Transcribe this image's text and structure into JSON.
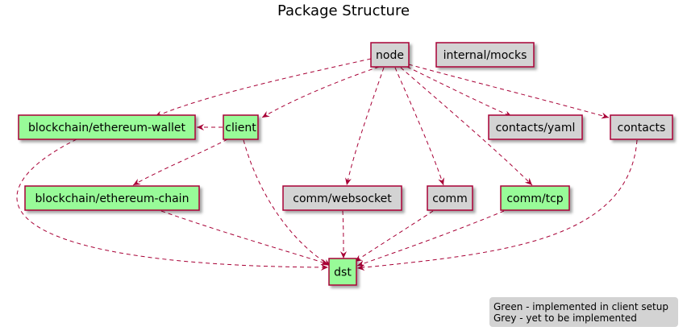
{
  "title": "Package Structure",
  "colors": {
    "implemented": "#98FB98",
    "not_implemented": "#D3D3D3",
    "border": "#A80036",
    "edge": "#A80036",
    "legend_bg": "#D3D3D3"
  },
  "nodes": {
    "node": {
      "label": "node",
      "status": "not_implemented"
    },
    "internal_mocks": {
      "label": "internal/mocks",
      "status": "not_implemented"
    },
    "ethereum_wallet": {
      "label": "blockchain/ethereum-wallet",
      "status": "implemented"
    },
    "client": {
      "label": "client",
      "status": "implemented"
    },
    "contacts_yaml": {
      "label": "contacts/yaml",
      "status": "not_implemented"
    },
    "contacts": {
      "label": "contacts",
      "status": "not_implemented"
    },
    "ethereum_chain": {
      "label": "blockchain/ethereum-chain",
      "status": "implemented"
    },
    "comm_websocket": {
      "label": "comm/websocket",
      "status": "not_implemented"
    },
    "comm": {
      "label": "comm",
      "status": "not_implemented"
    },
    "comm_tcp": {
      "label": "comm/tcp",
      "status": "implemented"
    },
    "dst": {
      "label": "dst",
      "status": "implemented"
    }
  },
  "edges": [
    {
      "from": "node",
      "to": "ethereum_wallet"
    },
    {
      "from": "node",
      "to": "client"
    },
    {
      "from": "node",
      "to": "comm_websocket"
    },
    {
      "from": "node",
      "to": "comm"
    },
    {
      "from": "node",
      "to": "comm_tcp"
    },
    {
      "from": "node",
      "to": "contacts_yaml"
    },
    {
      "from": "node",
      "to": "contacts"
    },
    {
      "from": "client",
      "to": "ethereum_wallet"
    },
    {
      "from": "client",
      "to": "ethereum_chain"
    },
    {
      "from": "client",
      "to": "dst"
    },
    {
      "from": "ethereum_wallet",
      "to": "dst"
    },
    {
      "from": "ethereum_chain",
      "to": "dst"
    },
    {
      "from": "comm_websocket",
      "to": "dst"
    },
    {
      "from": "comm",
      "to": "dst"
    },
    {
      "from": "comm_tcp",
      "to": "dst"
    },
    {
      "from": "contacts",
      "to": "dst"
    }
  ],
  "legend": {
    "line1": "Green - implemented in client setup",
    "line2": "Grey - yet to be implemented"
  }
}
